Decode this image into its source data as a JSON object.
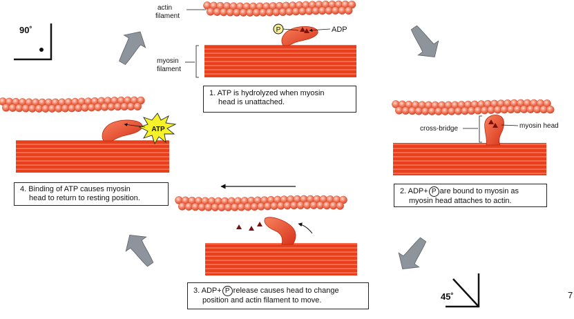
{
  "panel1": {
    "actin_label_1": "actin",
    "actin_label_2": "filament",
    "myosin_label_1": "myosin",
    "myosin_label_2": "filament",
    "adp_label": "ADP",
    "phosphate_symbol": "P",
    "caption_line1": "1. ATP is hydrolyzed when myosin",
    "caption_line2": "head is unattached."
  },
  "panel2": {
    "crossbridge_label": "cross-bridge",
    "myosin_head_label": "myosin head",
    "caption_line1_prefix": "2. ADP+",
    "caption_line1_suffix": "are bound to myosin as",
    "caption_line2": "myosin head attaches to actin.",
    "phosphate_symbol": "P"
  },
  "panel3": {
    "caption_line1_prefix": "3. ADP+",
    "caption_line1_suffix": "release causes head to change",
    "caption_line2": "position and actin filament to move.",
    "phosphate_symbol": "P"
  },
  "panel4": {
    "atp_label": "ATP",
    "caption_line1": "4. Binding of ATP causes myosin",
    "caption_line2": "head to return to resting position."
  },
  "angles": {
    "top_left": "90˚",
    "bottom_right": "45˚",
    "edge_mark": "7"
  },
  "colors": {
    "myosin_red": "#e8401c",
    "actin_bead": "#f26a4f",
    "actin_highlight": "#fbc8b8",
    "head_fill": "#e9431e",
    "cycle_arrow": "#8e949b"
  }
}
